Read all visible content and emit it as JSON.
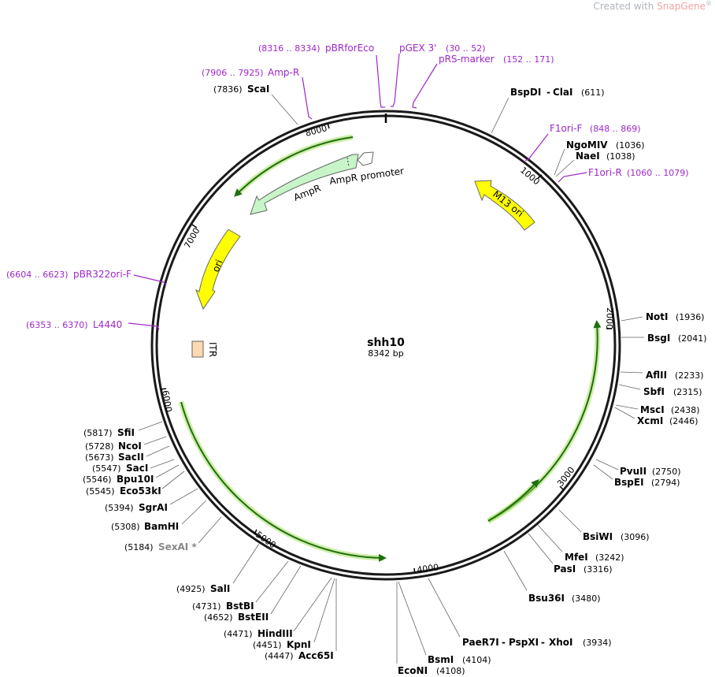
{
  "watermark": {
    "prefix": "Created with ",
    "brand": "SnapGene",
    "mark": "®"
  },
  "plasmid": {
    "name": "shh10",
    "length_label": "8342 bp",
    "length": 8342
  },
  "ticks": [
    "1000",
    "2000",
    "3000",
    "4000",
    "5000",
    "6000",
    "7000",
    "8000"
  ],
  "features": {
    "ampr_promoter": "AmpR promoter",
    "ampr": "AmpR",
    "m13_ori": "M13 ori",
    "ori": "ori",
    "itr": "ITR"
  },
  "primers": [
    {
      "name": "pBRforEco",
      "pos": "(8316 .. 8334)"
    },
    {
      "name": "pGEX 3'",
      "pos": "(30 .. 52)"
    },
    {
      "name": "pRS-marker",
      "pos": "(152 .. 171)"
    },
    {
      "name": "Amp-R",
      "pos": "(7906 .. 7925)"
    },
    {
      "name": "F1ori-F",
      "pos": "(848 .. 869)"
    },
    {
      "name": "F1ori-R",
      "pos": "(1060 .. 1079)"
    },
    {
      "name": "pBR322ori-F",
      "pos": "(6604 .. 6623)"
    },
    {
      "name": "L4440",
      "pos": "(6353 .. 6370)"
    }
  ],
  "sites": [
    {
      "name": "ScaI",
      "pos": "(7836)"
    },
    {
      "name": "BspDI",
      "name2": "ClaI",
      "pos": "(611)"
    },
    {
      "name": "NgoMIV",
      "pos": "(1036)"
    },
    {
      "name": "NaeI",
      "pos": "(1038)"
    },
    {
      "name": "NotI",
      "pos": "(1936)"
    },
    {
      "name": "BsgI",
      "pos": "(2041)"
    },
    {
      "name": "AflII",
      "pos": "(2233)"
    },
    {
      "name": "SbfI",
      "pos": "(2315)"
    },
    {
      "name": "MscI",
      "pos": "(2438)"
    },
    {
      "name": "XcmI",
      "pos": "(2446)"
    },
    {
      "name": "PvuII",
      "pos": "(2750)"
    },
    {
      "name": "BspEI",
      "pos": "(2794)"
    },
    {
      "name": "BsiWI",
      "pos": "(3096)"
    },
    {
      "name": "MfeI",
      "pos": "(3242)"
    },
    {
      "name": "PasI",
      "pos": "(3316)"
    },
    {
      "name": "Bsu36I",
      "pos": "(3480)"
    },
    {
      "name": "PaeR7I",
      "name2": "PspXI",
      "name3": "XhoI",
      "pos": "(3934)"
    },
    {
      "name": "BsmI",
      "pos": "(4104)"
    },
    {
      "name": "EcoNI",
      "pos": "(4108)"
    },
    {
      "name": "SfiI",
      "pos": "(5817)"
    },
    {
      "name": "NcoI",
      "pos": "(5728)"
    },
    {
      "name": "SacII",
      "pos": "(5673)"
    },
    {
      "name": "SacI",
      "pos": "(5547)"
    },
    {
      "name": "Bpu10I",
      "pos": "(5546)"
    },
    {
      "name": "Eco53kI",
      "pos": "(5545)"
    },
    {
      "name": "SgrAI",
      "pos": "(5394)"
    },
    {
      "name": "BamHI",
      "pos": "(5308)"
    },
    {
      "name": "SexAI *",
      "pos": "(5184)"
    },
    {
      "name": "SalI",
      "pos": "(4925)"
    },
    {
      "name": "BstBI",
      "pos": "(4731)"
    },
    {
      "name": "BstEII",
      "pos": "(4652)"
    },
    {
      "name": "HindIII",
      "pos": "(4471)"
    },
    {
      "name": "KpnI",
      "pos": "(4451)"
    },
    {
      "name": "Acc65I",
      "pos": "(4447)"
    }
  ],
  "colors": {
    "backbone": "#1a1a1a",
    "primer": "#9e27c7",
    "ampr": "#c8f5c8",
    "ori": "#ffff00",
    "itr": "#ffd9b0",
    "orf_glow": "#a8e060",
    "orf_line": "#1e6e12"
  }
}
